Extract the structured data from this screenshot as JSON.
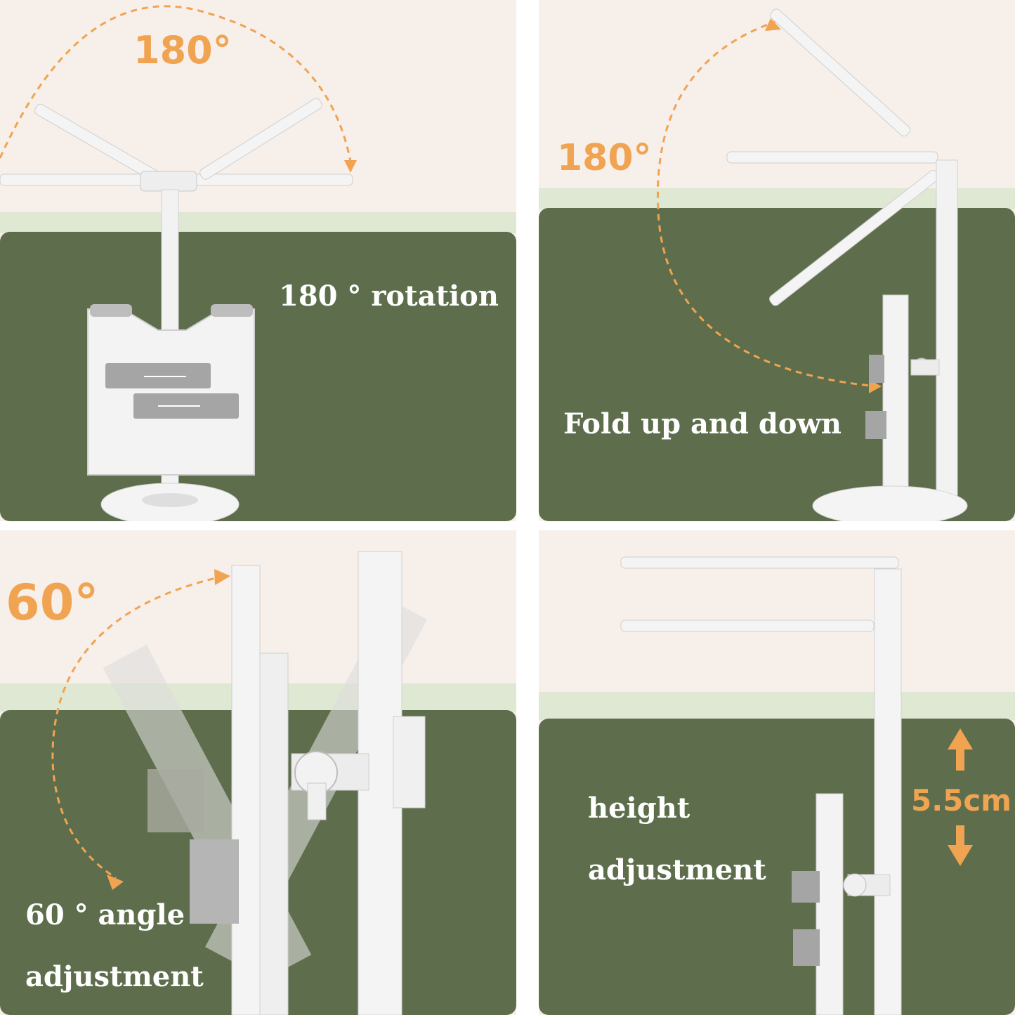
{
  "panels": [
    {
      "degree": "180°",
      "caption": "180 ° rotation"
    },
    {
      "degree": "180°",
      "caption": "Fold up and down"
    },
    {
      "degree": "60°",
      "caption_line1": "60 ° angle",
      "caption_line2": "adjustment"
    },
    {
      "measure": "5.5cm",
      "caption_line1": "height",
      "caption_line2": "adjustment"
    }
  ],
  "colors": {
    "wall": "#f7efe9",
    "desk_green": "#5e6e4c",
    "desk_edge": "#dfe8d3",
    "accent_orange": "#f0a452",
    "lamp_white": "#f4f4f4",
    "lamp_gray": "#9b9b9b"
  }
}
